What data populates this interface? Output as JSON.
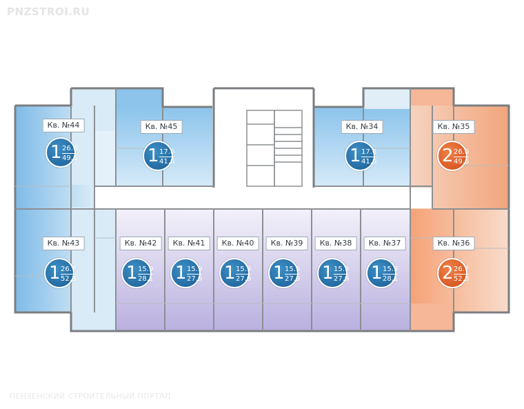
{
  "watermark_top": "PNZSTROI.RU",
  "watermark_bottom": "ПЕНЗЕНСКИЙ СТРОИТЕЛЬНЫЙ ПОРТАЛ",
  "colors": {
    "one_room_badge": "#1f6aa3",
    "two_room_badge": "#e05a20",
    "blue_apartment": "#8ec3ea",
    "orange_apartment": "#f5b797",
    "lavender_apartment": "#c9c3e6",
    "wall": "#7a7d80"
  },
  "apartments": [
    {
      "label": "Кв. №44",
      "rooms": "1",
      "living": "26.6",
      "total": "49.6",
      "color": "blue"
    },
    {
      "label": "Кв. №45",
      "rooms": "1",
      "living": "17.6",
      "total": "41.0",
      "color": "blue"
    },
    {
      "label": "Кв. №34",
      "rooms": "1",
      "living": "17.6",
      "total": "41.0",
      "color": "blue"
    },
    {
      "label": "Кв. №35",
      "rooms": "2",
      "living": "26.6",
      "total": "49.6",
      "color": "orange"
    },
    {
      "label": "Кв. №43",
      "rooms": "1",
      "living": "26.7",
      "total": "52.3",
      "color": "blue"
    },
    {
      "label": "Кв. №42",
      "rooms": "1",
      "living": "15.9",
      "total": "28.1",
      "color": "lavender"
    },
    {
      "label": "Кв. №41",
      "rooms": "1",
      "living": "15.9",
      "total": "27.9",
      "color": "lavender"
    },
    {
      "label": "Кв. №40",
      "rooms": "1",
      "living": "15.9",
      "total": "27.9",
      "color": "lavender"
    },
    {
      "label": "Кв. №39",
      "rooms": "1",
      "living": "15.9",
      "total": "27.9",
      "color": "lavender"
    },
    {
      "label": "Кв. №38",
      "rooms": "1",
      "living": "15.9",
      "total": "27.9",
      "color": "lavender"
    },
    {
      "label": "Кв. №37",
      "rooms": "1",
      "living": "15.9",
      "total": "28.1",
      "color": "lavender"
    },
    {
      "label": "Кв. №36",
      "rooms": "2",
      "living": "26.7",
      "total": "52.3",
      "color": "orange"
    }
  ]
}
